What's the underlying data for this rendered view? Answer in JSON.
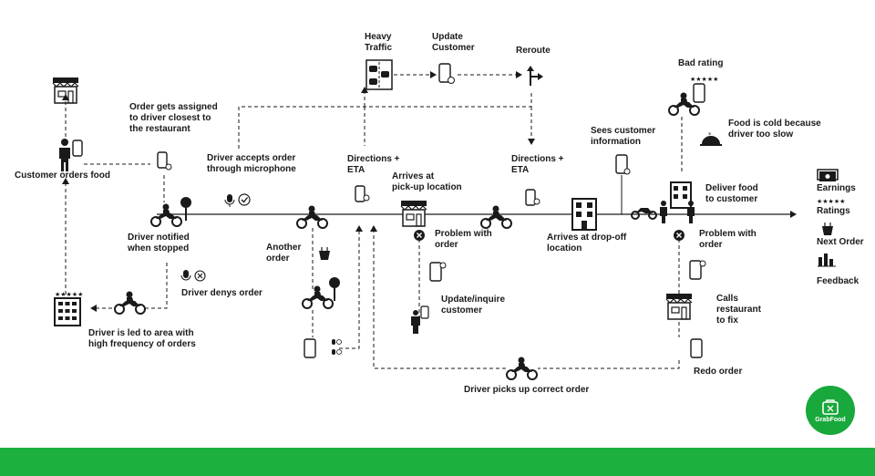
{
  "title": "",
  "colors": {
    "line": "#1a1a1a",
    "accent": "#1db03f",
    "brand": "#18a83b",
    "panel": "#ffffff"
  },
  "labels": {
    "heavy_traffic": [
      "Heavy",
      "Traffic"
    ],
    "update_customer": [
      "Update",
      "Customer"
    ],
    "reroute": [
      "Reroute"
    ],
    "bad_rating": [
      "Bad rating"
    ],
    "order_assigned": [
      "Order gets assigned",
      "to driver closest to",
      "the restaurant"
    ],
    "food_cold": [
      "Food is cold because",
      "driver too slow"
    ],
    "sees_customer": [
      "Sees customer",
      "information"
    ],
    "customer_orders": [
      "Customer orders food"
    ],
    "driver_accepts": [
      "Driver accepts order",
      "through microphone"
    ],
    "directions_eta_1": [
      "Directions +",
      "ETA"
    ],
    "arrives_pickup": [
      "Arrives at",
      "pick-up location"
    ],
    "directions_eta_2": [
      "Directions +",
      "ETA"
    ],
    "deliver_food": [
      "Deliver food",
      "to customer"
    ],
    "driver_notified": [
      "Driver notified",
      "when stopped"
    ],
    "another_order": [
      "Another",
      "order"
    ],
    "problem_order_1": [
      "Problem with",
      "order"
    ],
    "arrives_dropoff": [
      "Arrives at drop-off",
      "location"
    ],
    "problem_order_2": [
      "Problem with",
      "order"
    ],
    "driver_denys": [
      "Driver denys order"
    ],
    "update_inquire": [
      "Update/inquire",
      "customer"
    ],
    "calls_restaurant": [
      "Calls",
      "restaurant",
      "to fix"
    ],
    "driver_led": [
      "Driver is led to area with",
      "high frequency of orders"
    ],
    "redo_order": [
      "Redo order"
    ],
    "driver_picks_up": [
      "Driver picks up correct order"
    ]
  },
  "legend": {
    "earnings": "Earnings",
    "ratings": "Ratings",
    "next_order": "Next Order",
    "feedback": "Feedback"
  },
  "brand": {
    "logo_text": "GrabFood",
    "logo_icon": "grabfood-bag-icon"
  },
  "icons": [
    "restaurant-icon",
    "phone-icon",
    "person-icon",
    "scooter-icon",
    "stop-sign-icon",
    "microphone-icon",
    "check-icon",
    "cross-icon",
    "traffic-icon",
    "reroute-arrows-icon",
    "star-rating-icon",
    "cloche-icon",
    "building-icon",
    "handover-icon",
    "money-icon",
    "bar-chart-icon",
    "food-bag-icon",
    "error-icon"
  ]
}
